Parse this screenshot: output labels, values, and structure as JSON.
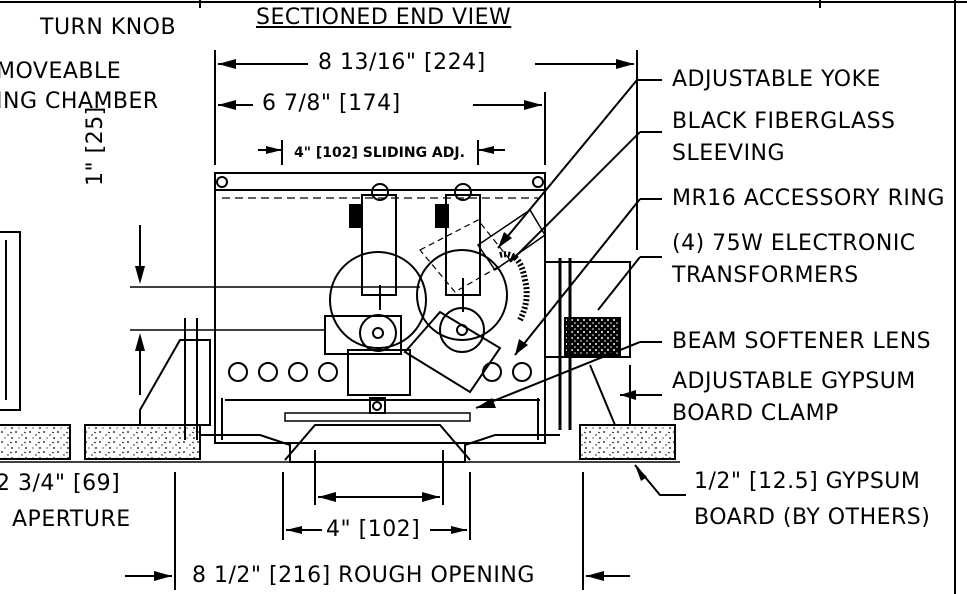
{
  "view_title": "SECTIONED END VIEW",
  "left_labels": {
    "turn_knob": "TURN KNOB",
    "moveable_a": "MOVEABLE",
    "moveable_b": "ING CHAMBER"
  },
  "dimensions": {
    "overall_width": "8 13/16\" [224]",
    "inner_width": "6 7/8\" [174]",
    "sliding_adj": "4\" [102] SLIDING ADJ.",
    "vertical_adj": "1\" [25]",
    "aperture_size": "2 3/4\" [69]",
    "aperture_label": "APERTURE",
    "lens_width": "4\" [102]",
    "rough_opening": "8 1/2\" [216] ROUGH OPENING"
  },
  "callouts": {
    "yoke": "ADJUSTABLE YOKE",
    "sleeving_a": "BLACK FIBERGLASS",
    "sleeving_b": "SLEEVING",
    "accessory_ring": "MR16 ACCESSORY RING",
    "transformers_a": "(4) 75W ELECTRONIC",
    "transformers_b": "TRANSFORMERS",
    "lens": "BEAM SOFTENER LENS",
    "clamp_a": "ADJUSTABLE GYPSUM",
    "clamp_b": "BOARD CLAMP",
    "gypsum_a": "1/2\" [12.5] GYPSUM",
    "gypsum_b": "BOARD (BY OTHERS)"
  }
}
